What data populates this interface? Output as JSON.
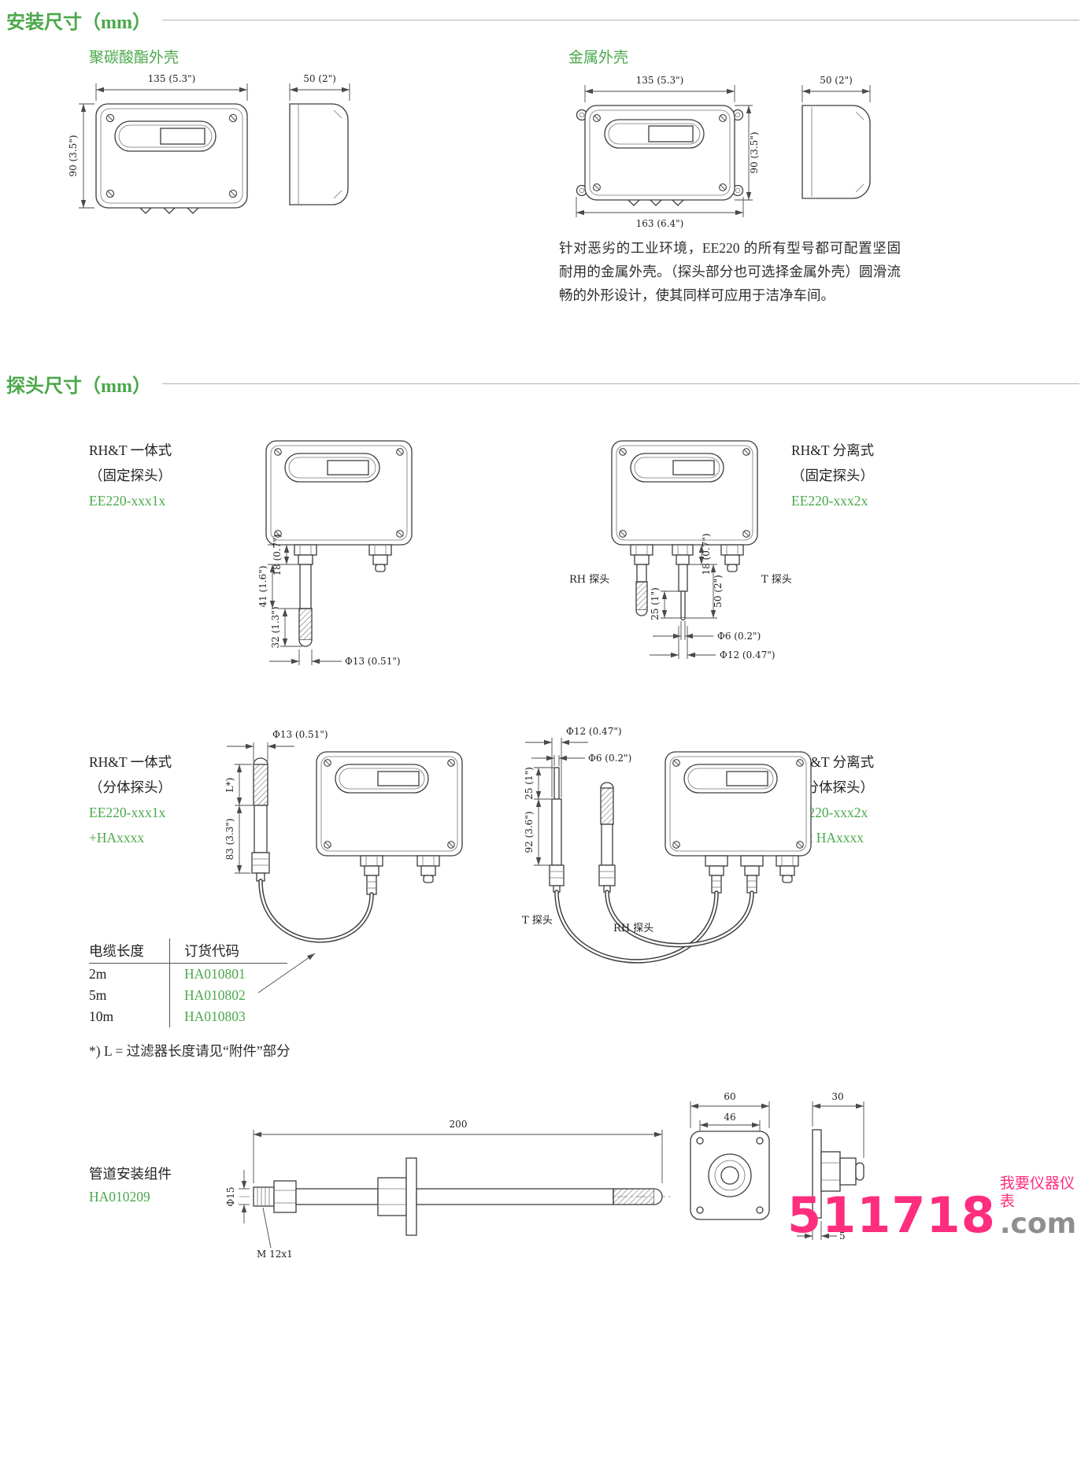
{
  "colors": {
    "accent_green": "#4aa84a",
    "watermark_pink": "#ff2d7e",
    "watermark_gray": "#8f8f8f",
    "drawing_line": "#3d3d3d"
  },
  "sections": {
    "install_title": "安装尺寸（mm）",
    "probe_title": "探头尺寸（mm）"
  },
  "install": {
    "poly_title": "聚碳酸酯外壳",
    "metal_title": "金属外壳",
    "metal_note": "针对恶劣的工业环境，EE220 的所有型号都可配置坚固耐用的金属外壳。（探头部分也可选择金属外壳）圆滑流畅的外形设计，使其同样可应用于洁净车间。"
  },
  "dims": {
    "w135": "135  (5.3\")",
    "w50": "50  (2\")",
    "h90": "90  (3.5\")",
    "w163": "163  (6.4\")",
    "d18": "18 (0.7\")",
    "d41": "41 (1.6\")",
    "d32": "32 (1.3\")",
    "phi13": "Φ13 (0.51\")",
    "d50": "50 (2\")",
    "d25": "25 (1\")",
    "phi6": "Φ6 (0.2\")",
    "phi12": "Φ12 (0.47\")",
    "L": "L*)",
    "d83": "83 (3.3\")",
    "d92": "92 (3.6\")",
    "d200": "200",
    "phi15": "Φ15",
    "thread": "M 12x1",
    "d60": "60",
    "d46": "46",
    "d30": "30",
    "d5": "5"
  },
  "labels": {
    "rh_probe": "RH 探头",
    "t_probe": "T 探头"
  },
  "models": {
    "fixed_integrated": {
      "line1": "RH&T 一体式",
      "line2": "（固定探头）",
      "code": "EE220-xxx1x"
    },
    "fixed_separate": {
      "line1": "RH&T 分离式",
      "line2": "（固定探头）",
      "code": "EE220-xxx2x"
    },
    "remote_integrated": {
      "line1": "RH&T 一体式",
      "line2": "（分体探头）",
      "code": "EE220-xxx1x",
      "code2": "+HAxxxx"
    },
    "remote_separate": {
      "line1": "RH&T 分离式",
      "line2": "（分体探头）",
      "code": "EE220-xxx2x",
      "code2": "+2x HAxxxx"
    }
  },
  "cable_table": {
    "header_len": "电缆长度",
    "header_code": "订货代码",
    "rows": [
      {
        "len": "2m",
        "code": "HA010801"
      },
      {
        "len": "5m",
        "code": "HA010802"
      },
      {
        "len": "10m",
        "code": "HA010803"
      }
    ]
  },
  "footnote": "*) L = 过滤器长度请见“附件”部分",
  "duct": {
    "title": "管道安装组件",
    "code": "HA010209"
  },
  "watermark": {
    "number": "511718",
    "domain": ".com",
    "slogan": "我要仪器仪表"
  }
}
